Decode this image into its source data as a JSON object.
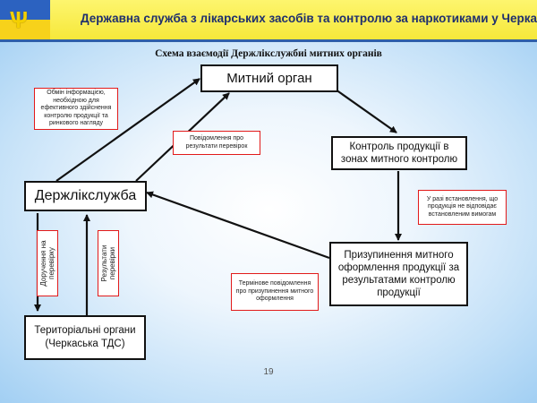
{
  "header": {
    "title": "Державна служба з лікарських засобів та контролю за наркотиками у Черкаській області",
    "flag_colors": {
      "top": "#2c62c0",
      "bottom": "#f7d21b"
    },
    "emblem": "trident-emblem-icon"
  },
  "scheme_title": "Схема взаємодії Держлікслужбиі митних органів",
  "nodes": {
    "customs": "Митний орган",
    "control": "Контроль продукції в зонах митного контролю",
    "state_service": "Держлікслужба",
    "suspension": "Призупинення митного оформлення продукції за результатами контролю продукції",
    "territorial": "Територіальні органи (Черкаська ТДС)"
  },
  "notes": {
    "info_exchange": "Обмін інформацією, необхідною для ефективного здійснення контролю продукції та ринкового нагляду",
    "check_results": "Повідомлення про результати перевірок",
    "non_compliance": "У разі встановлення, що продукція не відповідає встановленим вимогам",
    "urgent_notice": "Термінове повідомлення про призупинення митного оформлення",
    "check_order": "Доручення на перевірку",
    "results": "Результати перевірки"
  },
  "page_number": "19",
  "colors": {
    "note_border": "#e21a1a",
    "arrow": "#111111",
    "header_border": "#2f5fa8"
  }
}
